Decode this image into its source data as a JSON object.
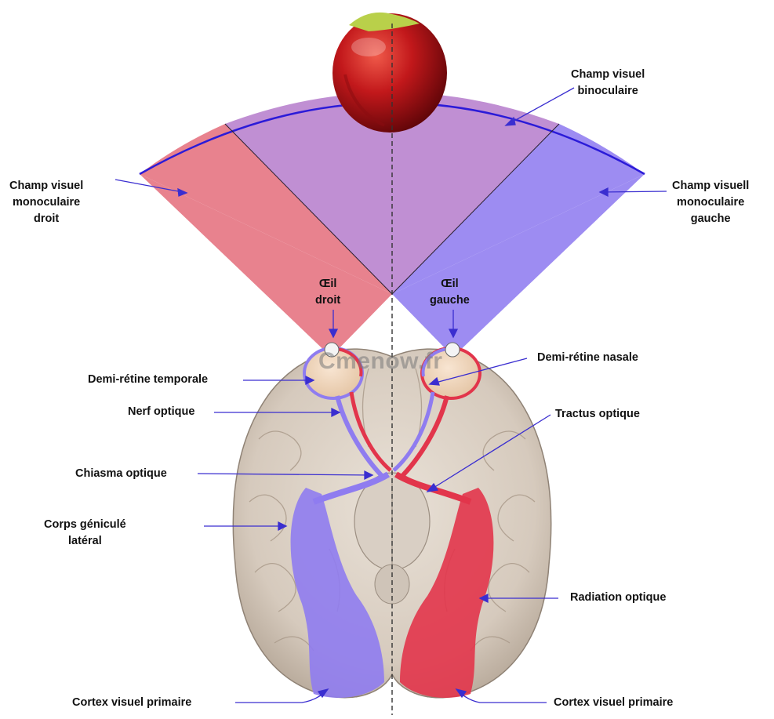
{
  "labels": {
    "binocular_field": [
      "Champ visuel",
      "binoculaire"
    ],
    "right_monocular_field": [
      "Champ visuel",
      "monoculaire",
      "droit"
    ],
    "left_monocular_field": [
      "Champ visuell",
      "monoculaire",
      "gauche"
    ],
    "right_eye": [
      "Œil",
      "droit"
    ],
    "left_eye": [
      "Œil",
      "gauche"
    ],
    "temporal_hemiretina": "Demi-rétine temporale",
    "nasal_hemiretina": "Demi-rétine nasale",
    "optic_nerve": "Nerf optique",
    "optic_tract": "Tractus optique",
    "optic_chiasm": "Chiasma optique",
    "lateral_geniculate": [
      "Corps géniculé",
      "latéral"
    ],
    "optic_radiation": "Radiation optique",
    "primary_visual_cortex_left_label": "Cortex visuel primaire",
    "primary_visual_cortex_right_label": "Cortex visuel primaire"
  },
  "watermark": "Cmenow.fr",
  "colors": {
    "right_field": "#e8828e",
    "binocular_field": "#c08fd3",
    "left_field": "#9d8cf2",
    "field_border": "#2b1bd8",
    "right_pathway": "#e2354b",
    "left_pathway": "#8f7cf0",
    "pointer": "#3a2ed0",
    "brain": "#ddd3c8"
  }
}
